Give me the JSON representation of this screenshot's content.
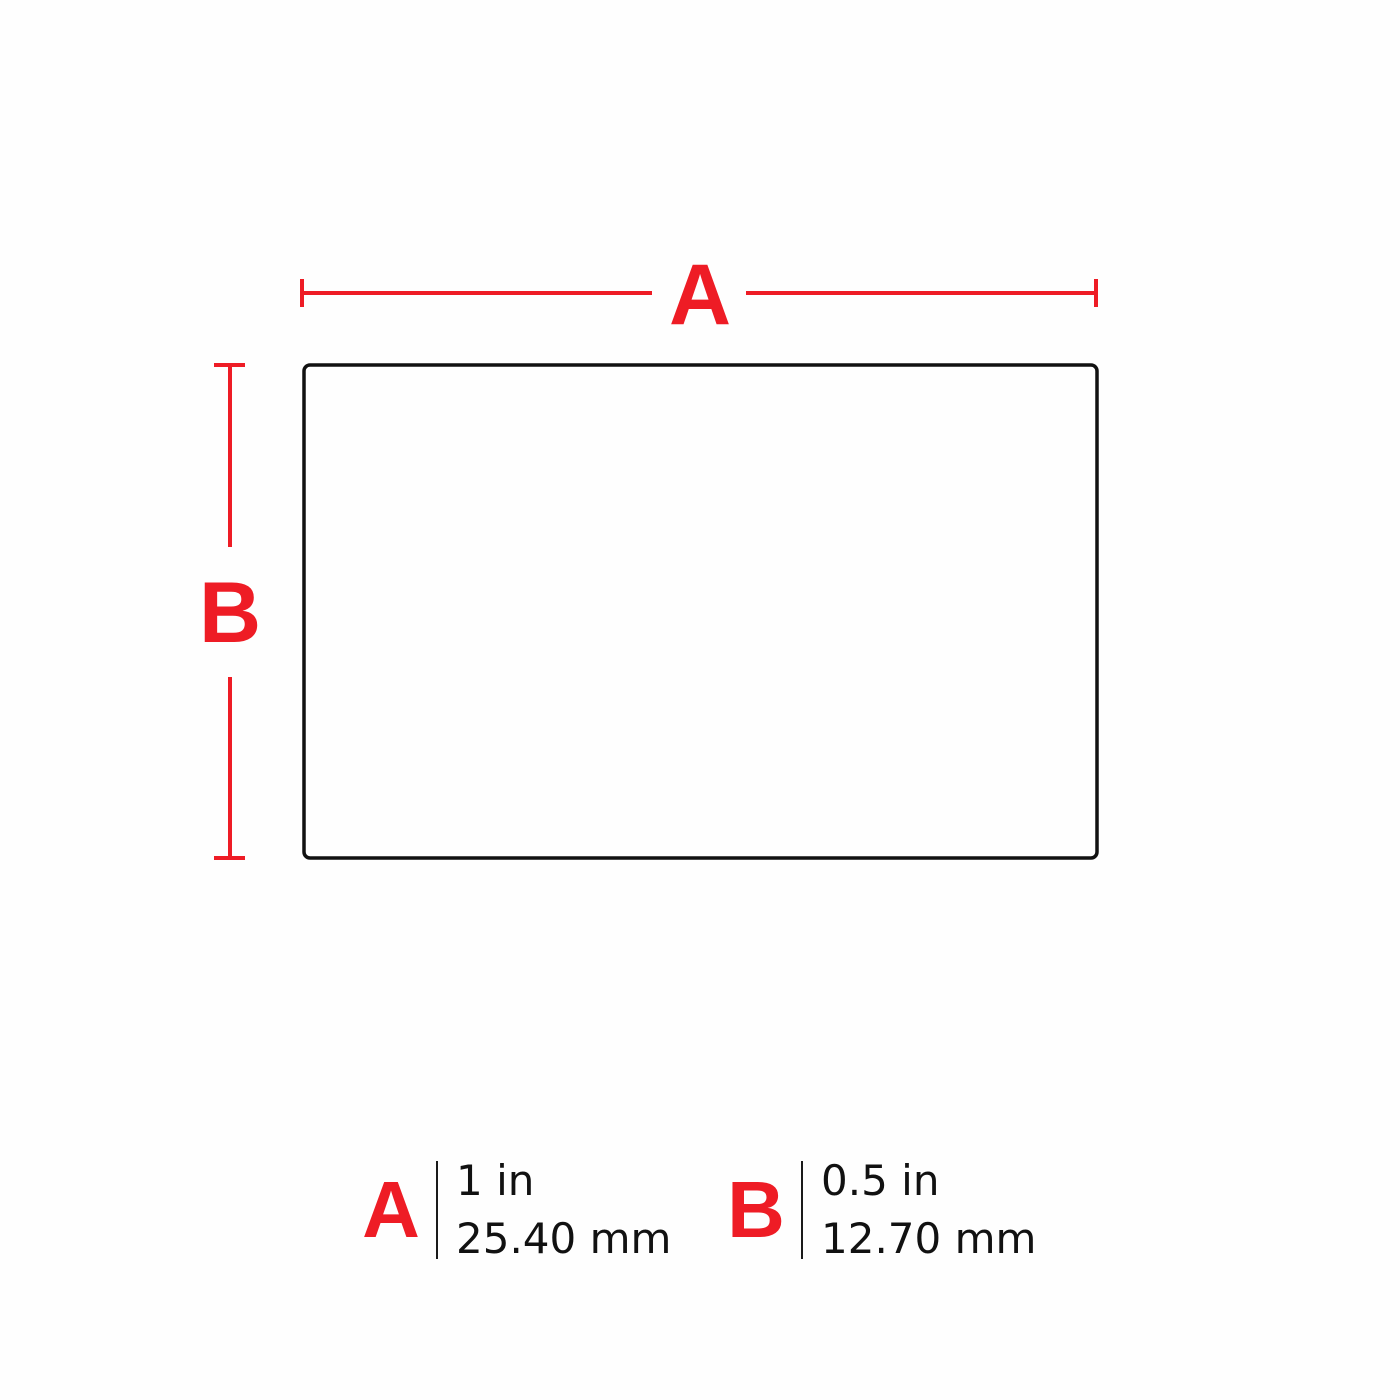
{
  "colors": {
    "accent": "#ee1c25",
    "outline": "#111111",
    "background": "#fefefe"
  },
  "diagram": {
    "dimension_a_label": "A",
    "dimension_b_label": "B"
  },
  "legend": {
    "items": [
      {
        "letter": "A",
        "imperial": "1 in",
        "metric": "25.40 mm"
      },
      {
        "letter": "B",
        "imperial": "0.5 in",
        "metric": "12.70 mm"
      }
    ]
  }
}
